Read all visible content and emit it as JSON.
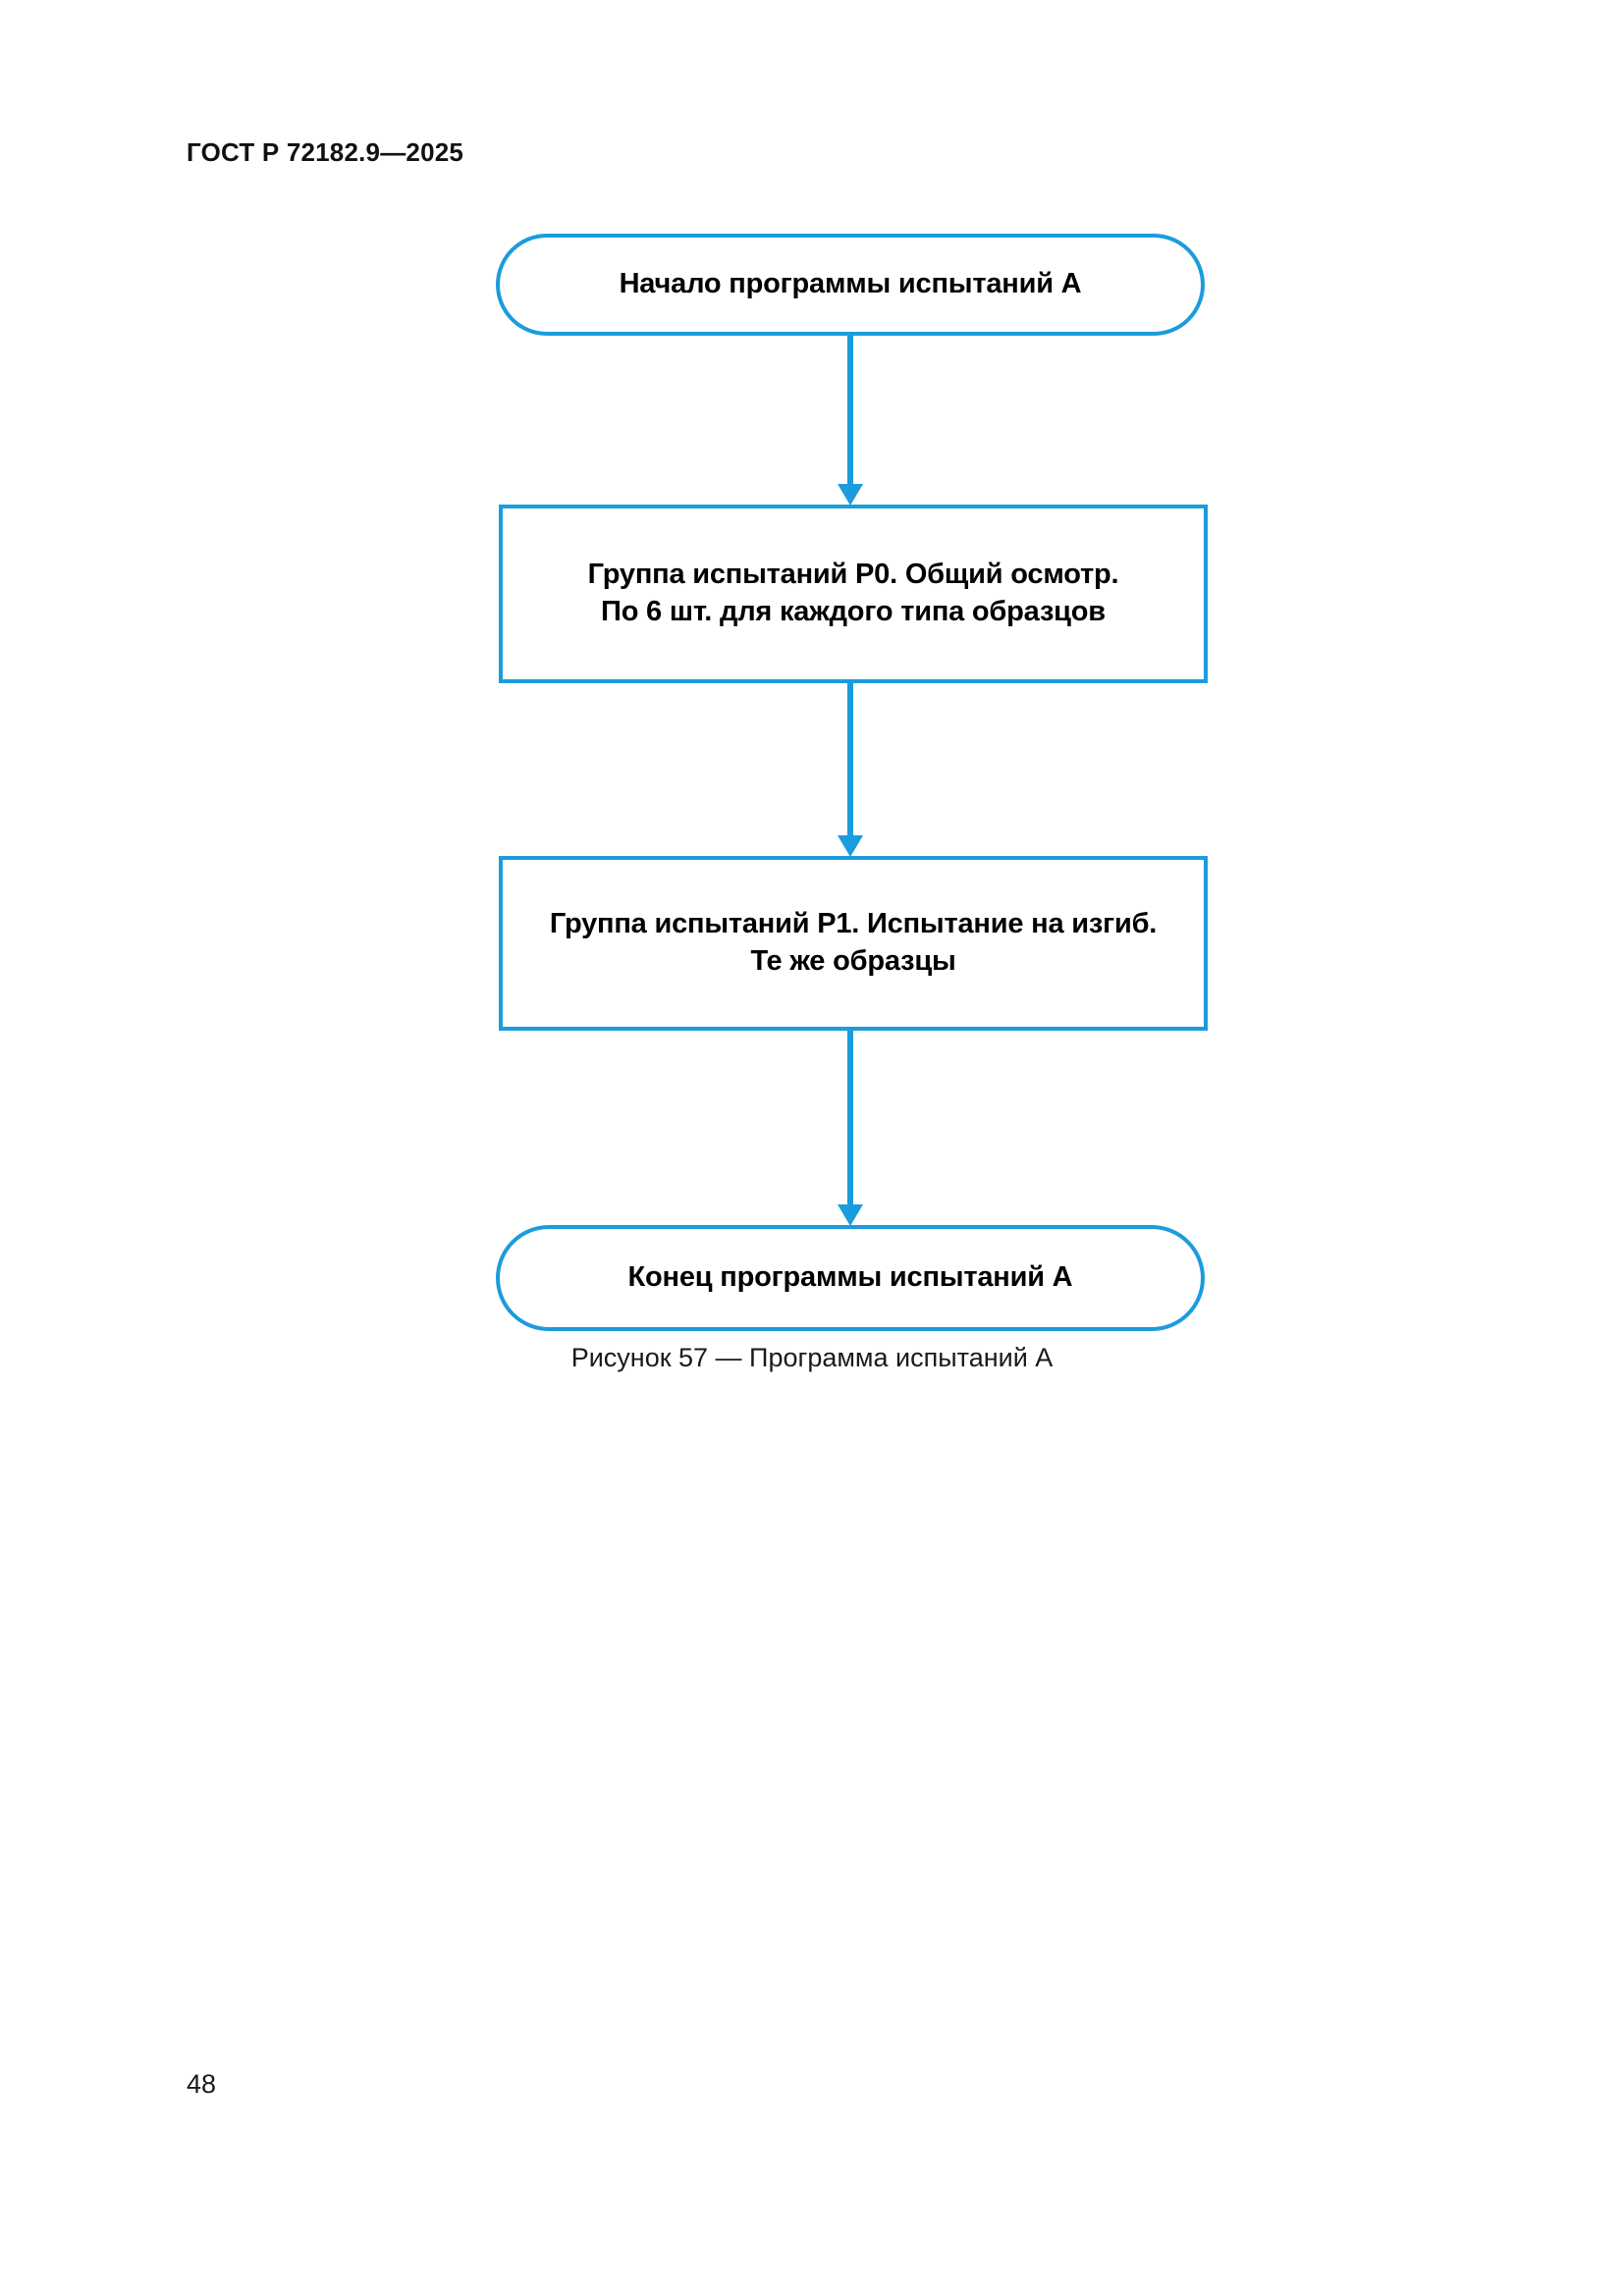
{
  "document": {
    "running_head": "ГОСТ Р 72182.9—2025",
    "page_number": "48"
  },
  "figure": {
    "caption": "Рисунок 57 — Программа испытаний А",
    "accent_color": "#1b9cdc",
    "text_color": "#000000",
    "nodes": [
      {
        "id": "start",
        "shape": "terminator",
        "label": "Начало программы испытаний А"
      },
      {
        "id": "p0",
        "shape": "process",
        "label": "Группа испытаний Р0. Общий осмотр.\nПо 6 шт. для каждого типа образцов"
      },
      {
        "id": "p1",
        "shape": "process",
        "label": "Группа испытаний Р1. Испытание на изгиб.\nТе же образцы"
      },
      {
        "id": "end",
        "shape": "terminator",
        "label": "Конец программы испытаний А"
      }
    ],
    "connectors": [
      {
        "id": "c1",
        "from": "start",
        "to": "p0",
        "arrow": "down-arrow-icon"
      },
      {
        "id": "c2",
        "from": "p0",
        "to": "p1",
        "arrow": "down-arrow-icon"
      },
      {
        "id": "c3",
        "from": "p1",
        "to": "end",
        "arrow": "down-arrow-icon"
      }
    ]
  }
}
